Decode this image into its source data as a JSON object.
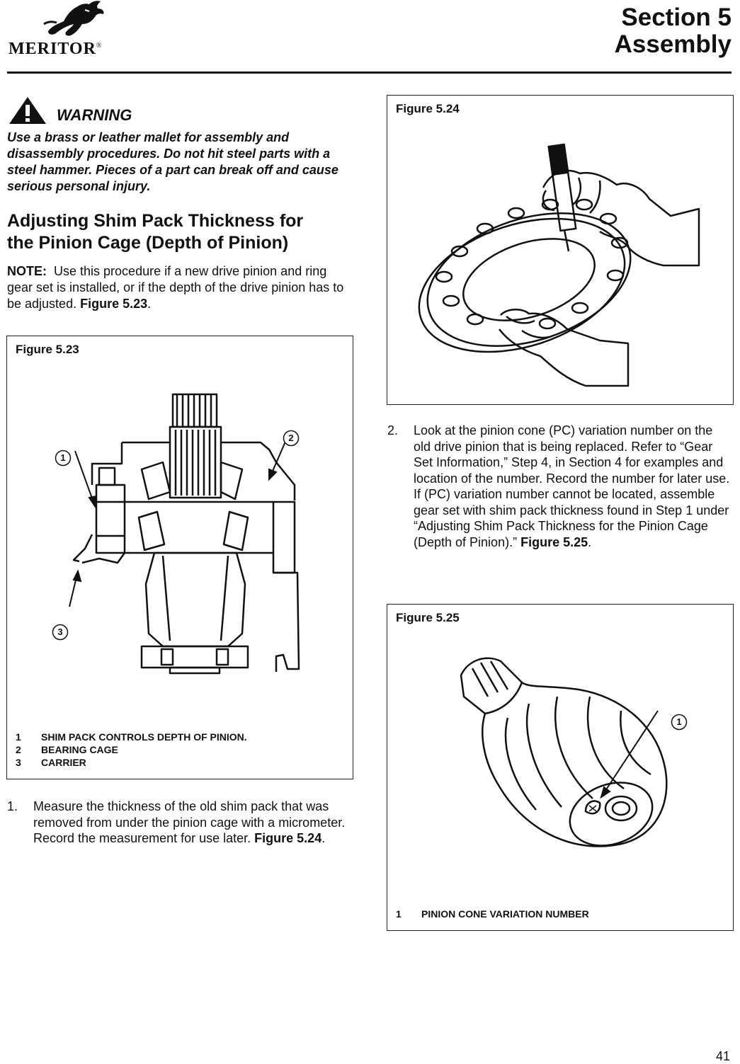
{
  "header": {
    "brand": "MERITOR",
    "brand_mark": "®",
    "section_line1": "Section 5",
    "section_line2": "Assembly"
  },
  "warning": {
    "title": "WARNING",
    "text": "Use a brass or leather mallet for assembly and disassembly procedures. Do not hit steel parts with a steel hammer. Pieces of a part can break off and cause serious personal injury."
  },
  "heading": {
    "line1": "Adjusting Shim Pack Thickness for",
    "line2": "the Pinion Cage (Depth of Pinion)"
  },
  "note": {
    "label": "NOTE:",
    "text": "Use this procedure if a new drive pinion and ring gear set is installed, or if the depth of the drive pinion has to be adjusted.",
    "ref": "Figure 5.23",
    "end": "."
  },
  "fig523": {
    "label": "Figure 5.23",
    "callouts": [
      "1",
      "2",
      "3"
    ],
    "legend": [
      {
        "num": "1",
        "text": "SHIM PACK CONTROLS DEPTH OF PINION."
      },
      {
        "num": "2",
        "text": "BEARING CAGE"
      },
      {
        "num": "3",
        "text": "CARRIER"
      }
    ]
  },
  "step1": {
    "num": "1.",
    "text": "Measure the thickness of the old shim pack that was removed from under the pinion cage with a micrometer. Record the measurement for use later.",
    "ref": "Figure 5.24",
    "end": "."
  },
  "fig524": {
    "label": "Figure 5.24"
  },
  "step2": {
    "num": "2.",
    "text": "Look at the pinion cone (PC) variation number on the old drive pinion that is being replaced. Refer to “Gear Set Information,” Step 4, in Section 4 for examples and location of the number. Record the number for later use. If (PC) variation number cannot be located, assemble gear set with shim pack thickness found in Step 1 under “Adjusting Shim Pack Thickness for the Pinion Cage (Depth of Pinion).”",
    "ref": "Figure 5.25",
    "end": "."
  },
  "fig525": {
    "label": "Figure 5.25",
    "callouts": [
      "1"
    ],
    "legend": [
      {
        "num": "1",
        "text": "PINION CONE VARIATION NUMBER"
      }
    ]
  },
  "footer": {
    "page_number": "41"
  }
}
